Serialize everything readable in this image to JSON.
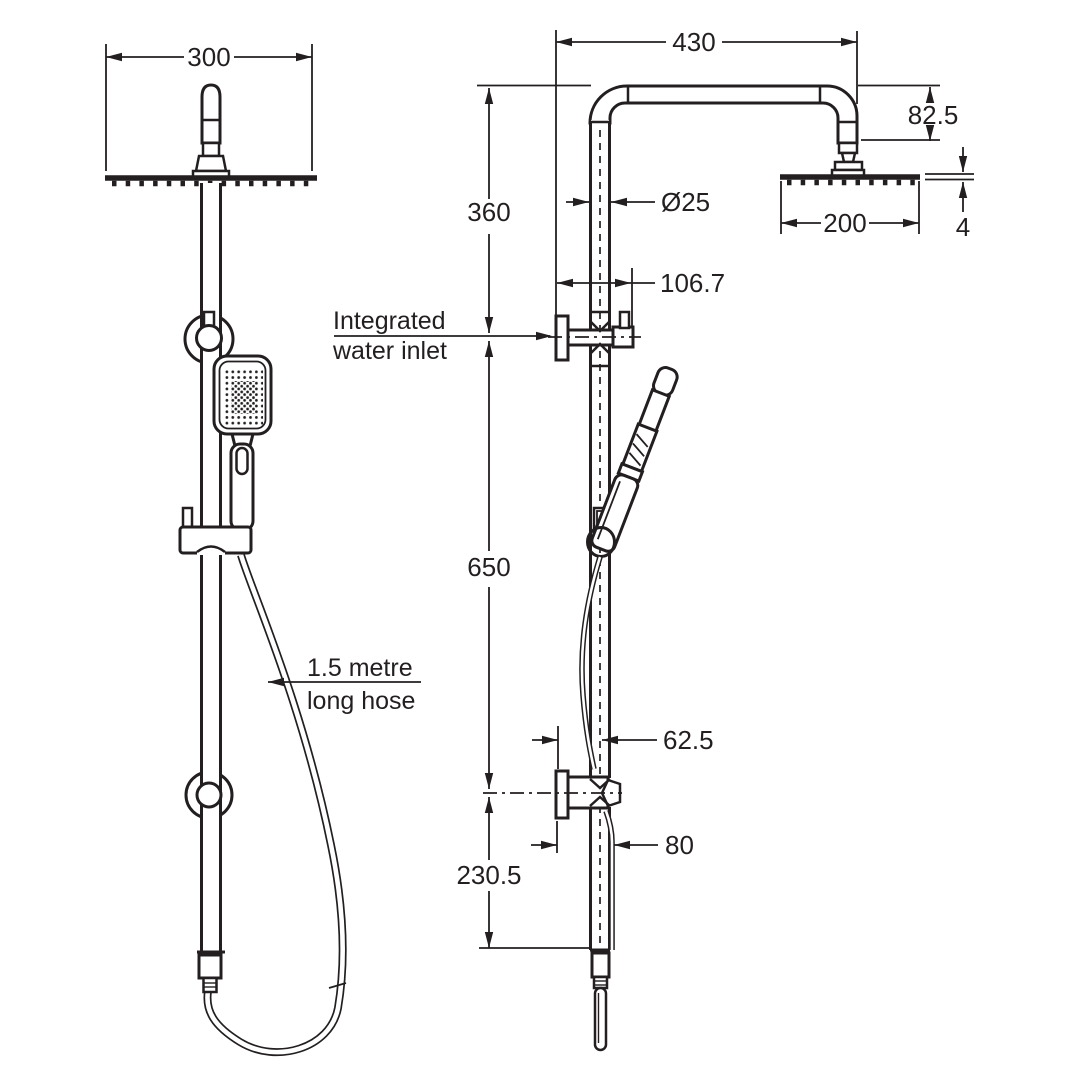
{
  "drawing": {
    "type": "technical-dimension-diagram",
    "subject": "twin rail shower system, front and side elevation",
    "colors": {
      "ink": "#231f20",
      "background": "#ffffff"
    },
    "labels": {
      "front_width": "300",
      "arm_reach": "430",
      "arm_drop": "82.5",
      "top_offset": "360",
      "pipe_diameter": "Ø25",
      "head_width": "200",
      "head_thickness": "4",
      "inlet_offset": "106.7",
      "inlet_line1": "Integrated",
      "inlet_line2": "water inlet",
      "mid_offset": "650",
      "hose_line1": "1.5 metre",
      "hose_line2": "long hose",
      "bracket_offset": "62.5",
      "bracket_width": "80",
      "bottom_offset": "230.5"
    }
  }
}
